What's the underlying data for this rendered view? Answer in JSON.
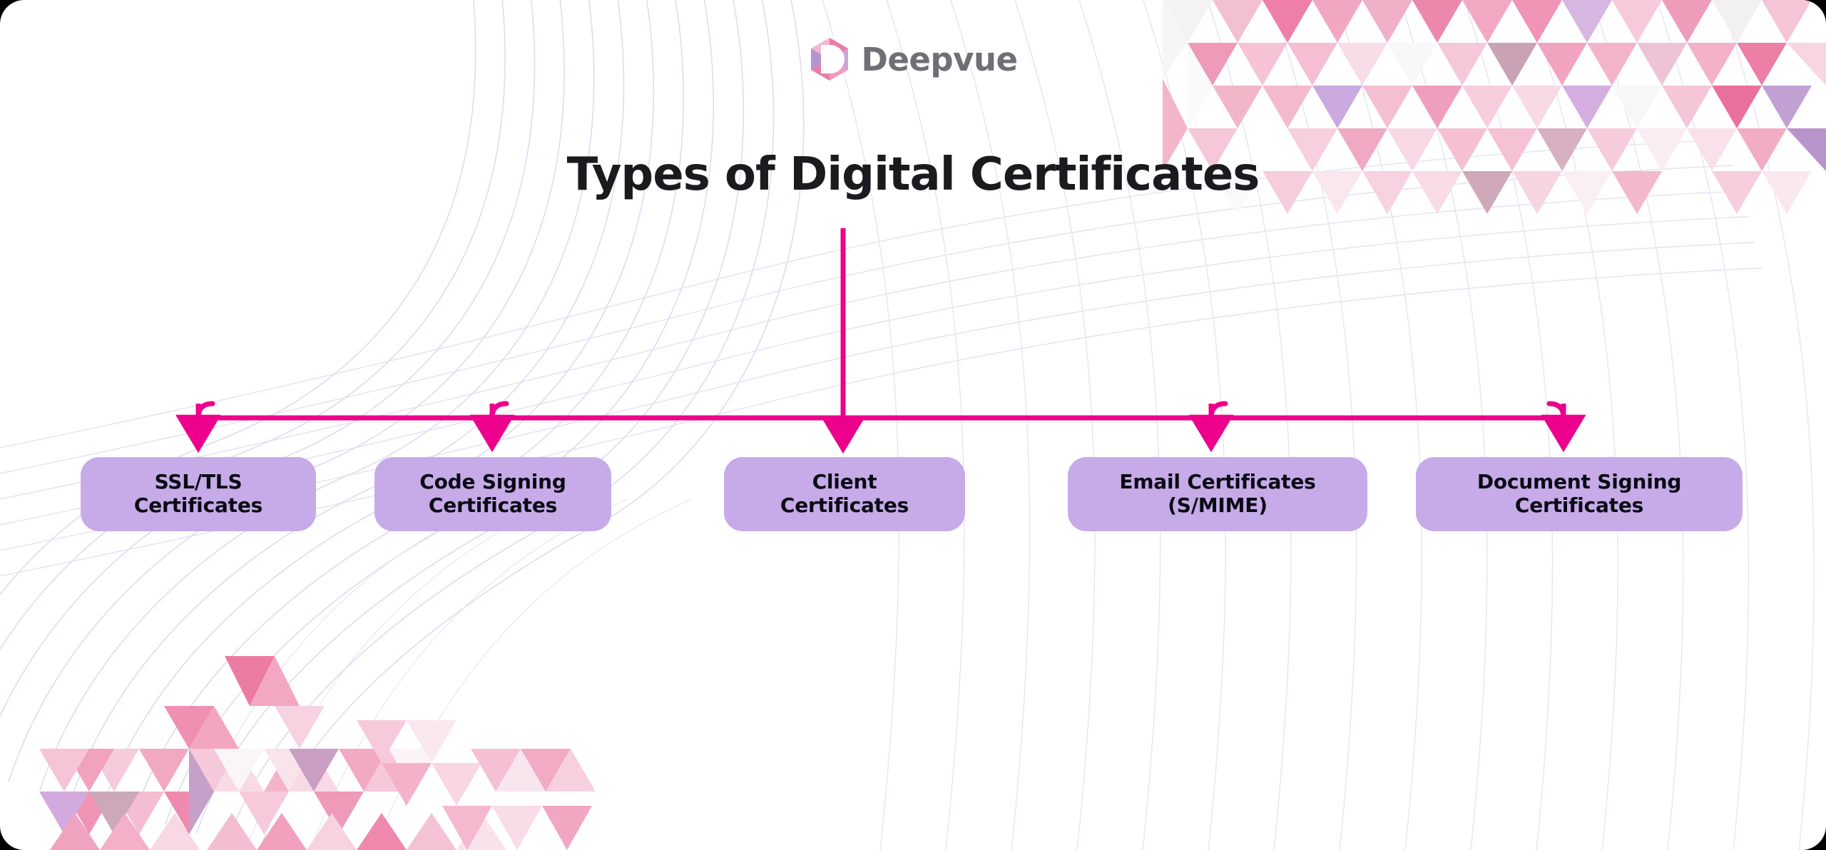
{
  "brand": {
    "name": "Deepvue",
    "logo_icon": "hexagon-logo-icon"
  },
  "title": "Types of Digital Certificates",
  "diagram": {
    "type": "hierarchy-tree",
    "root_label": "Types of Digital Certificates",
    "branch_count": 5,
    "nodes": [
      {
        "id": "ssl-tls",
        "label": "SSL/TLS\nCertificates"
      },
      {
        "id": "code-signing",
        "label": "Code Signing\nCertificates"
      },
      {
        "id": "client",
        "label": "Client\nCertificates"
      },
      {
        "id": "email-smime",
        "label": "Email Certificates\n(S/MIME)"
      },
      {
        "id": "document-signing",
        "label": "Document Signing\nCertificates"
      }
    ]
  },
  "colors": {
    "connector_pink": "#ec008c",
    "node_fill": "#c6abe8",
    "node_text": "#0a0a14",
    "title_text": "#1b1b1f",
    "wordmark_text": "#6f6f76",
    "background": "#ffffff",
    "mesh_line": "#d9d5ee",
    "mosaic_pink": "#f0a0bb",
    "mosaic_purple": "#c0a8d8"
  }
}
